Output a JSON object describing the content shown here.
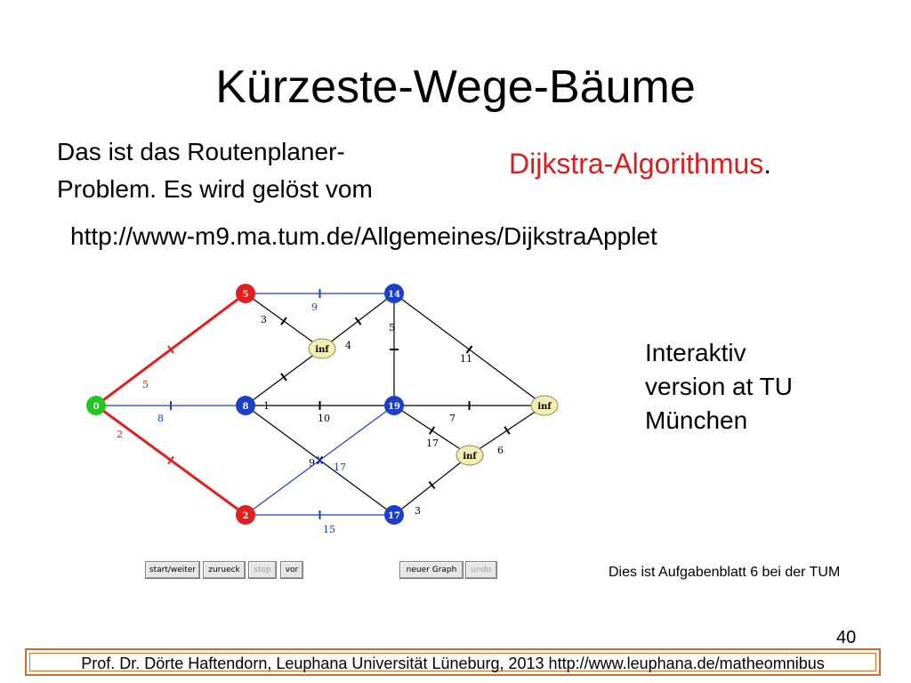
{
  "slide": {
    "title": "Kürzeste-Wege-Bäume",
    "intro_line1": "Das ist das Routenplaner-",
    "intro_line2": "Problem. Es wird gelöst vom",
    "algorithm": "Dijkstra-Algorithmus",
    "algorithm_period": ".",
    "url": "http://www-m9.ma.tum.de/Allgemeines/DijkstraApplet",
    "side_line1": "Interaktiv",
    "side_line2": "version at TU",
    "side_line3": "München",
    "note": "Dies ist Aufgabenblatt 6 bei der TUM",
    "page_number": "40",
    "footer": "Prof. Dr. Dörte Haftendorn, Leuphana Universität Lüneburg, 2013 http://www.leuphana.de/matheomnibus"
  },
  "graph": {
    "nodes": [
      {
        "id": "s",
        "label": "0",
        "color": "#22c722"
      },
      {
        "id": "a",
        "label": "5",
        "color": "#e02020"
      },
      {
        "id": "b",
        "label": "14",
        "color": "#1c3fc8"
      },
      {
        "id": "c",
        "label": "inf",
        "color": "#f3efb0"
      },
      {
        "id": "d",
        "label": "8",
        "color": "#1c3fc8"
      },
      {
        "id": "e",
        "label": "19",
        "color": "#1c3fc8"
      },
      {
        "id": "f",
        "label": "inf",
        "color": "#f3efb0"
      },
      {
        "id": "g",
        "label": "inf",
        "color": "#f3efb0"
      },
      {
        "id": "h",
        "label": "2",
        "color": "#e02020"
      },
      {
        "id": "i",
        "label": "17",
        "color": "#1c3fc8"
      }
    ],
    "edges": [
      {
        "from": "s",
        "to": "a",
        "weight": "5",
        "state": "tree"
      },
      {
        "from": "s",
        "to": "h",
        "weight": "2",
        "state": "tree"
      },
      {
        "from": "s",
        "to": "d",
        "weight": "8",
        "state": "candidate"
      },
      {
        "from": "a",
        "to": "b",
        "weight": "9",
        "state": "candidate"
      },
      {
        "from": "a",
        "to": "c",
        "weight": "3",
        "state": "normal"
      },
      {
        "from": "d",
        "to": "c",
        "weight": "1",
        "state": "normal"
      },
      {
        "from": "b",
        "to": "c",
        "weight": "4",
        "state": "normal"
      },
      {
        "from": "b",
        "to": "e",
        "weight": "5",
        "state": "normal"
      },
      {
        "from": "b",
        "to": "f",
        "weight": "11",
        "state": "normal"
      },
      {
        "from": "d",
        "to": "e",
        "weight": "10",
        "state": "normal"
      },
      {
        "from": "e",
        "to": "f",
        "weight": "7",
        "state": "normal"
      },
      {
        "from": "e",
        "to": "g",
        "weight": "17",
        "state": "normal"
      },
      {
        "from": "f",
        "to": "g",
        "weight": "6",
        "state": "normal"
      },
      {
        "from": "d",
        "to": "i",
        "weight": "9",
        "state": "normal"
      },
      {
        "from": "h",
        "to": "e",
        "weight": "17",
        "state": "candidate"
      },
      {
        "from": "h",
        "to": "i",
        "weight": "15",
        "state": "candidate"
      },
      {
        "from": "i",
        "to": "g",
        "weight": "3",
        "state": "normal"
      }
    ],
    "colors": {
      "tree": "#e02020",
      "candidate": "#1c3fc8",
      "normal": "#000000"
    }
  },
  "applet_buttons": [
    {
      "label": "start/weiter",
      "enabled": true
    },
    {
      "label": "zurueck",
      "enabled": true
    },
    {
      "label": "stop",
      "enabled": false
    },
    {
      "label": "vor",
      "enabled": true
    },
    {
      "label": "neuer Graph",
      "enabled": true
    },
    {
      "label": "undo",
      "enabled": false
    }
  ]
}
